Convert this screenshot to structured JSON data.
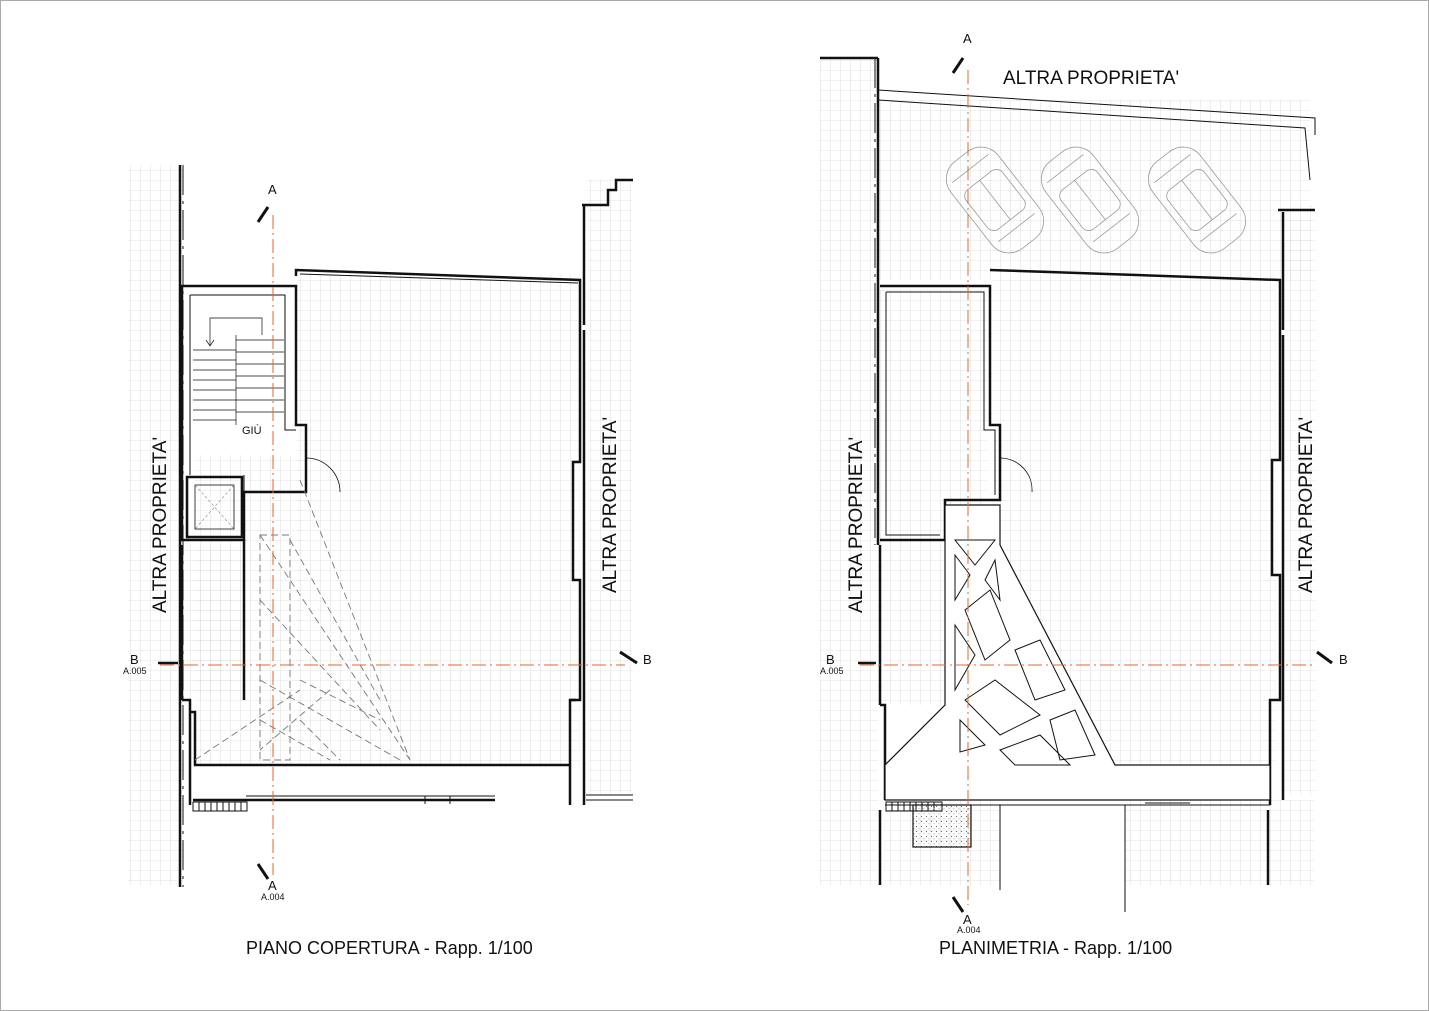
{
  "sheet": {
    "left_title": "PIANO COPERTURA - Rapp. 1/100",
    "right_title": "PLANIMETRIA - Rapp. 1/100"
  },
  "left_plan": {
    "neighbor_left": "ALTRA PROPRIETA'",
    "neighbor_right": "ALTRA PROPRIETA'",
    "stair_label": "GIÙ",
    "section_a_top": "A",
    "section_a_bottom": "A",
    "section_a_ref": "A.004",
    "section_b_left": "B",
    "section_b_right": "B",
    "section_b_ref": "A.005"
  },
  "right_plan": {
    "neighbor_top": "ALTRA PROPRIETA'",
    "neighbor_left": "ALTRA PROPRIETA'",
    "neighbor_right": "ALTRA PROPRIETA'",
    "section_a_top": "A",
    "section_a_bottom": "A",
    "section_a_ref": "A.004",
    "section_b_left": "B",
    "section_b_right": "B",
    "section_b_ref": "A.005"
  },
  "colors": {
    "line": "#111111",
    "grid": "#c8c8c8",
    "section_axis": "#e06a2a",
    "car_outline": "#9a9a9a"
  }
}
